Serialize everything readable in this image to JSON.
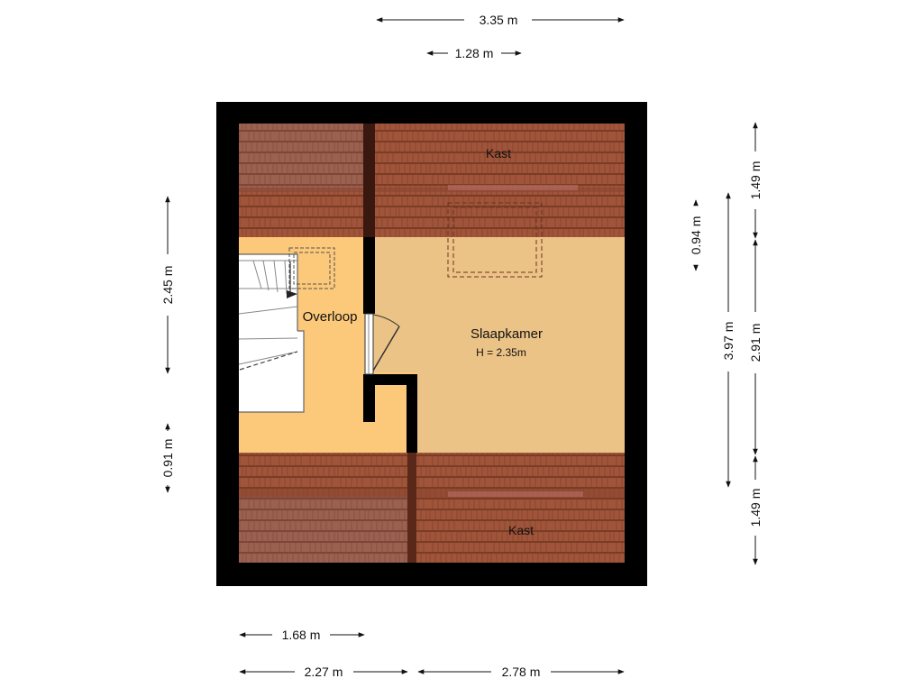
{
  "rooms": {
    "kast_top": "Kast",
    "kast_bottom": "Kast",
    "overloop": "Overloop",
    "slaapkamer": "Slaapkamer",
    "slaapkamer_height": "H = 2.35m"
  },
  "dimensions": {
    "top_total": "3.35 m",
    "top_inner": "1.28 m",
    "bottom_left_inner": "1.68 m",
    "bottom_left": "2.27 m",
    "bottom_right": "2.78 m",
    "left_upper": "2.45 m",
    "left_lower": "0.91 m",
    "right_inner": "0.94 m",
    "right_mid": "3.97 m",
    "right_top": "1.49 m",
    "right_center": "2.91 m",
    "right_bottom": "1.49 m"
  },
  "colors": {
    "wall": "#000000",
    "roof_tile": "#a0553a",
    "roof_tile_light": "#9a6050",
    "overloop_floor": "#fcc879",
    "slaapkamer_floor": "#ecc387",
    "stair_floor": "#ffffff"
  }
}
